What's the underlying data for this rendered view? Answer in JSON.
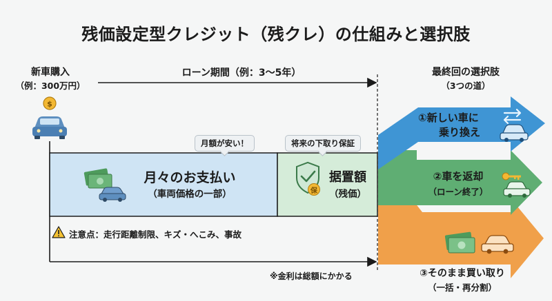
{
  "title": "残価設定型クレジット（残クレ）の仕組みと選択肢",
  "purchase": {
    "label": "新車購入",
    "example": "（例：300万円）"
  },
  "loan_period": "ローン期間（例：3〜5年）",
  "monthly": {
    "bubble": "月額が安い！",
    "label": "月々のお支払い",
    "sub": "（車両価格の一部）"
  },
  "residual": {
    "bubble": "将来の下取り保証",
    "label": "据置額",
    "sub": "（残価）",
    "badge": "保"
  },
  "caution": "注意点：走行距離制限、キズ・へこみ、事故",
  "interest_note": "※金利は総額にかかる",
  "choices": {
    "header": "最終回の選択肢",
    "sub": "（3つの道）",
    "items": [
      {
        "line1": "①新しい車に",
        "line2": "乗り換え"
      },
      {
        "line1": "②車を返却",
        "line2": "（ローン終了）"
      },
      {
        "line1": "③そのまま買い取り",
        "line2": "（一括・再分割）"
      }
    ]
  },
  "colors": {
    "blue": "#3f95d4",
    "green": "#5fae73",
    "orange": "#f0a04a",
    "monthly_fill": "#cfe4f4",
    "residual_fill": "#d5ecd9"
  }
}
